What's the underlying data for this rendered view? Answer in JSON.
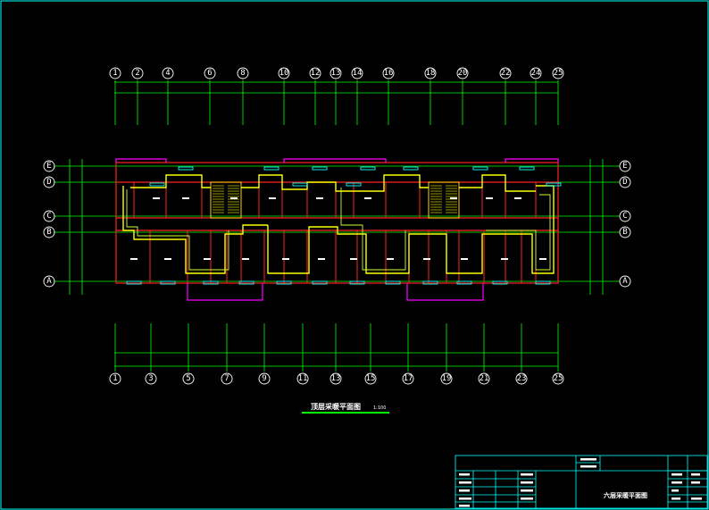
{
  "plan": {
    "top_axes": [
      "1",
      "2",
      "4",
      "6",
      "8",
      "10",
      "12",
      "13",
      "14",
      "16",
      "18",
      "20",
      "22",
      "24",
      "25"
    ],
    "bottom_axes": [
      "1",
      "3",
      "5",
      "7",
      "9",
      "11",
      "13",
      "15",
      "17",
      "19",
      "21",
      "23",
      "25"
    ],
    "row_axes": [
      "E",
      "D",
      "C",
      "B",
      "A"
    ],
    "title": "顶层采暖平面图",
    "scale": "1:100"
  },
  "title_block": {
    "drawing_name": "六层采暖平面图"
  },
  "colors": {
    "background": "#000000",
    "frame": "#00ffff",
    "grid": "#00ff00",
    "wall": "#ff2222",
    "heating_pipe": "#ffff00",
    "outline": "#ff00ff",
    "radiator": "#00ffff"
  }
}
